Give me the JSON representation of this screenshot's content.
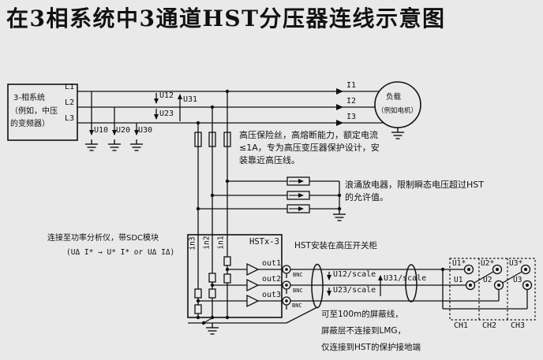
{
  "title": "在3相系统中3通道HST分压器连线示意图",
  "source_box": {
    "line1": "3-相系统",
    "line2": "（例如，中压",
    "line3": "的变频器）",
    "l1": "L1",
    "l2": "L2",
    "l3": "L3"
  },
  "phase_voltages": {
    "u12": "U12",
    "u31": "U31",
    "u23": "U23",
    "u10": "U10",
    "u20": "U20",
    "u30": "U30"
  },
  "load": {
    "i1": "I1",
    "i2": "I2",
    "i3": "I3",
    "line1": "负载",
    "line2": "（例如电机）"
  },
  "fuse_note": {
    "line1": "高压保险丝，高熔断能力，额定电流",
    "line2": "≤1A，专为高压变压器保护设计，安",
    "line3": "装靠近高压线。"
  },
  "surge_note": {
    "line1": "浪涌放电器，限制瞬态电压超过HST",
    "line2": "的允许值。"
  },
  "analyzer_note": {
    "line1": "连接至功率分析仪，带SDC模块",
    "line2": "(UΔ I* → U* I* or UΔ IΔ)"
  },
  "hst_box": {
    "title": "HSTx-3",
    "in3": "in3",
    "in2": "in2",
    "in1": "in1",
    "out1": "out1",
    "out2": "out2",
    "out3": "out3",
    "bnc": "BNC"
  },
  "install_note": "HST安装在高压开关柜",
  "cable": {
    "u12_scale": "U12/scale",
    "u31_scale": "U31/scale",
    "u23_scale": "U23/scale",
    "note_line1": "可至100m的屏蔽线，",
    "note_line2": "屏蔽层不连接到LMG，",
    "note_line3": "仅连接到HST的保护接地端"
  },
  "channels": {
    "u1_star": "U1*",
    "u1": "U1",
    "u2_star": "U2*",
    "u2": "U2",
    "u3_star": "U3*",
    "u3": "U3",
    "ch1": "CH1",
    "ch2": "CH2",
    "ch3": "CH3"
  },
  "colors": {
    "line": "#111111",
    "background": "#e9e9e9"
  }
}
